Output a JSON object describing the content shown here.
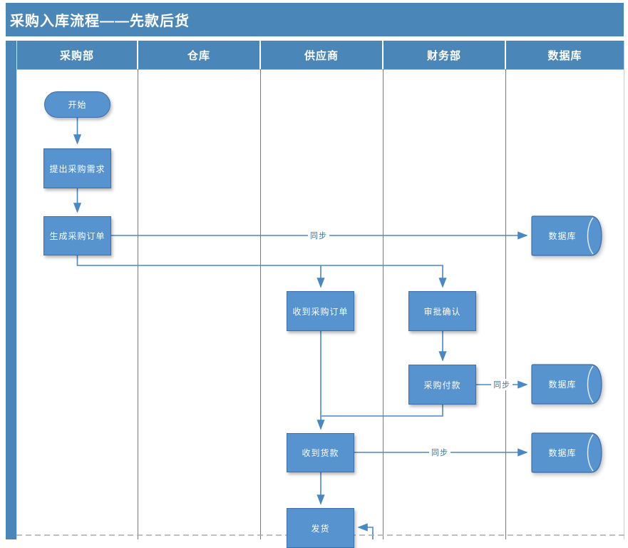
{
  "title": "采购入库流程——先款后货",
  "pool": {
    "lanes": [
      {
        "label": "采购部"
      },
      {
        "label": "仓库"
      },
      {
        "label": "供应商"
      },
      {
        "label": "财务部"
      },
      {
        "label": "数据库"
      }
    ]
  },
  "nodes": {
    "start": {
      "label": "开始",
      "type": "terminator"
    },
    "raise_demand": {
      "label": "提出采购需求",
      "type": "process"
    },
    "create_order": {
      "label": "生成采购订单",
      "type": "process"
    },
    "receive_order": {
      "label": "收到采购订单",
      "type": "process"
    },
    "approve_confirm": {
      "label": "审批确认",
      "type": "process"
    },
    "purchase_payment": {
      "label": "采购付款",
      "type": "process"
    },
    "receive_payment": {
      "label": "收到货款",
      "type": "process"
    },
    "ship_goods": {
      "label": "发货",
      "type": "process"
    },
    "db_order": {
      "label": "数据库",
      "type": "database"
    },
    "db_payment": {
      "label": "数据库",
      "type": "database"
    },
    "db_received": {
      "label": "数据库",
      "type": "database"
    }
  },
  "edges": {
    "sync_order": {
      "label": "同步"
    },
    "sync_payment": {
      "label": "同步"
    },
    "sync_received": {
      "label": "同步"
    }
  },
  "colors": {
    "header_blue": "#4A86B8",
    "shape_fill": "#5793CE",
    "shape_border": "#3E6FA6",
    "connector": "#4A87C6",
    "lane_divider": "#5B7FAE",
    "page_break_line": "#ABABAB"
  }
}
